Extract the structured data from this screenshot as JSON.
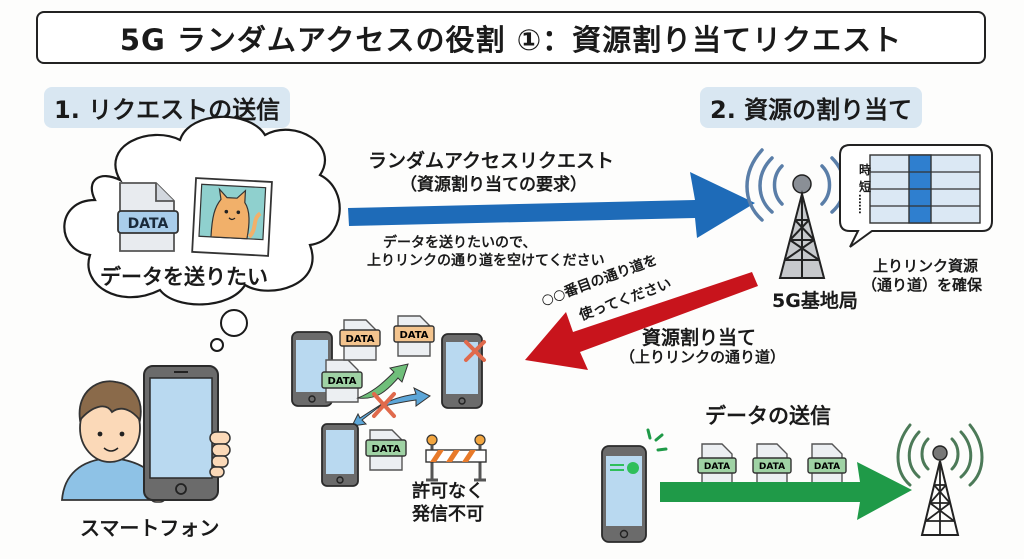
{
  "title": "5G ランダムアクセスの役割 ①：資源割り当てリクエスト",
  "step1": {
    "label": "1. リクエストの送信",
    "thought_bubble": {
      "text": "データを送りたい",
      "doc_label": "DATA"
    },
    "device_label": "スマートフォン"
  },
  "request_arrow": {
    "title": "ランダムアクセスリクエスト",
    "subtitle": "（資源割り当ての要求）",
    "note_line1": "データを送りたいので、",
    "note_line2": "上りリンクの通り道を空けてください",
    "color": "#1e6bb8"
  },
  "step2": {
    "label": "2. 資源の割り当て",
    "base_station_label": "5G基地局",
    "grid_axis_time": "時",
    "grid_axis_short": "短",
    "grid_axis_dots": "……",
    "resource_caption_line1": "上りリンク資源",
    "resource_caption_line2": "（通り道）を確保"
  },
  "allocation_arrow": {
    "note_line1": "○○番目の通り道を",
    "note_line2": "使ってください",
    "title": "資源割り当て",
    "subtitle": "（上りリンクの通り道）",
    "color": "#c8141c"
  },
  "collision_scene": {
    "doc_labels": [
      "DATA",
      "DATA",
      "DATA",
      "DATA"
    ],
    "caption_line1": "許可なく",
    "caption_line2": "発信不可"
  },
  "data_transfer": {
    "label": "データの送信",
    "doc_labels": [
      "DATA",
      "DATA",
      "DATA"
    ],
    "color": "#1f9a48"
  },
  "colors": {
    "step_label_bg": "#d9e7f2",
    "phone_screen": "#b9d9f0",
    "phone_body": "#6b6b6b",
    "doc_blue": "#a9cdea",
    "doc_orange": "#f3c48e",
    "doc_green": "#9fd2a4"
  }
}
